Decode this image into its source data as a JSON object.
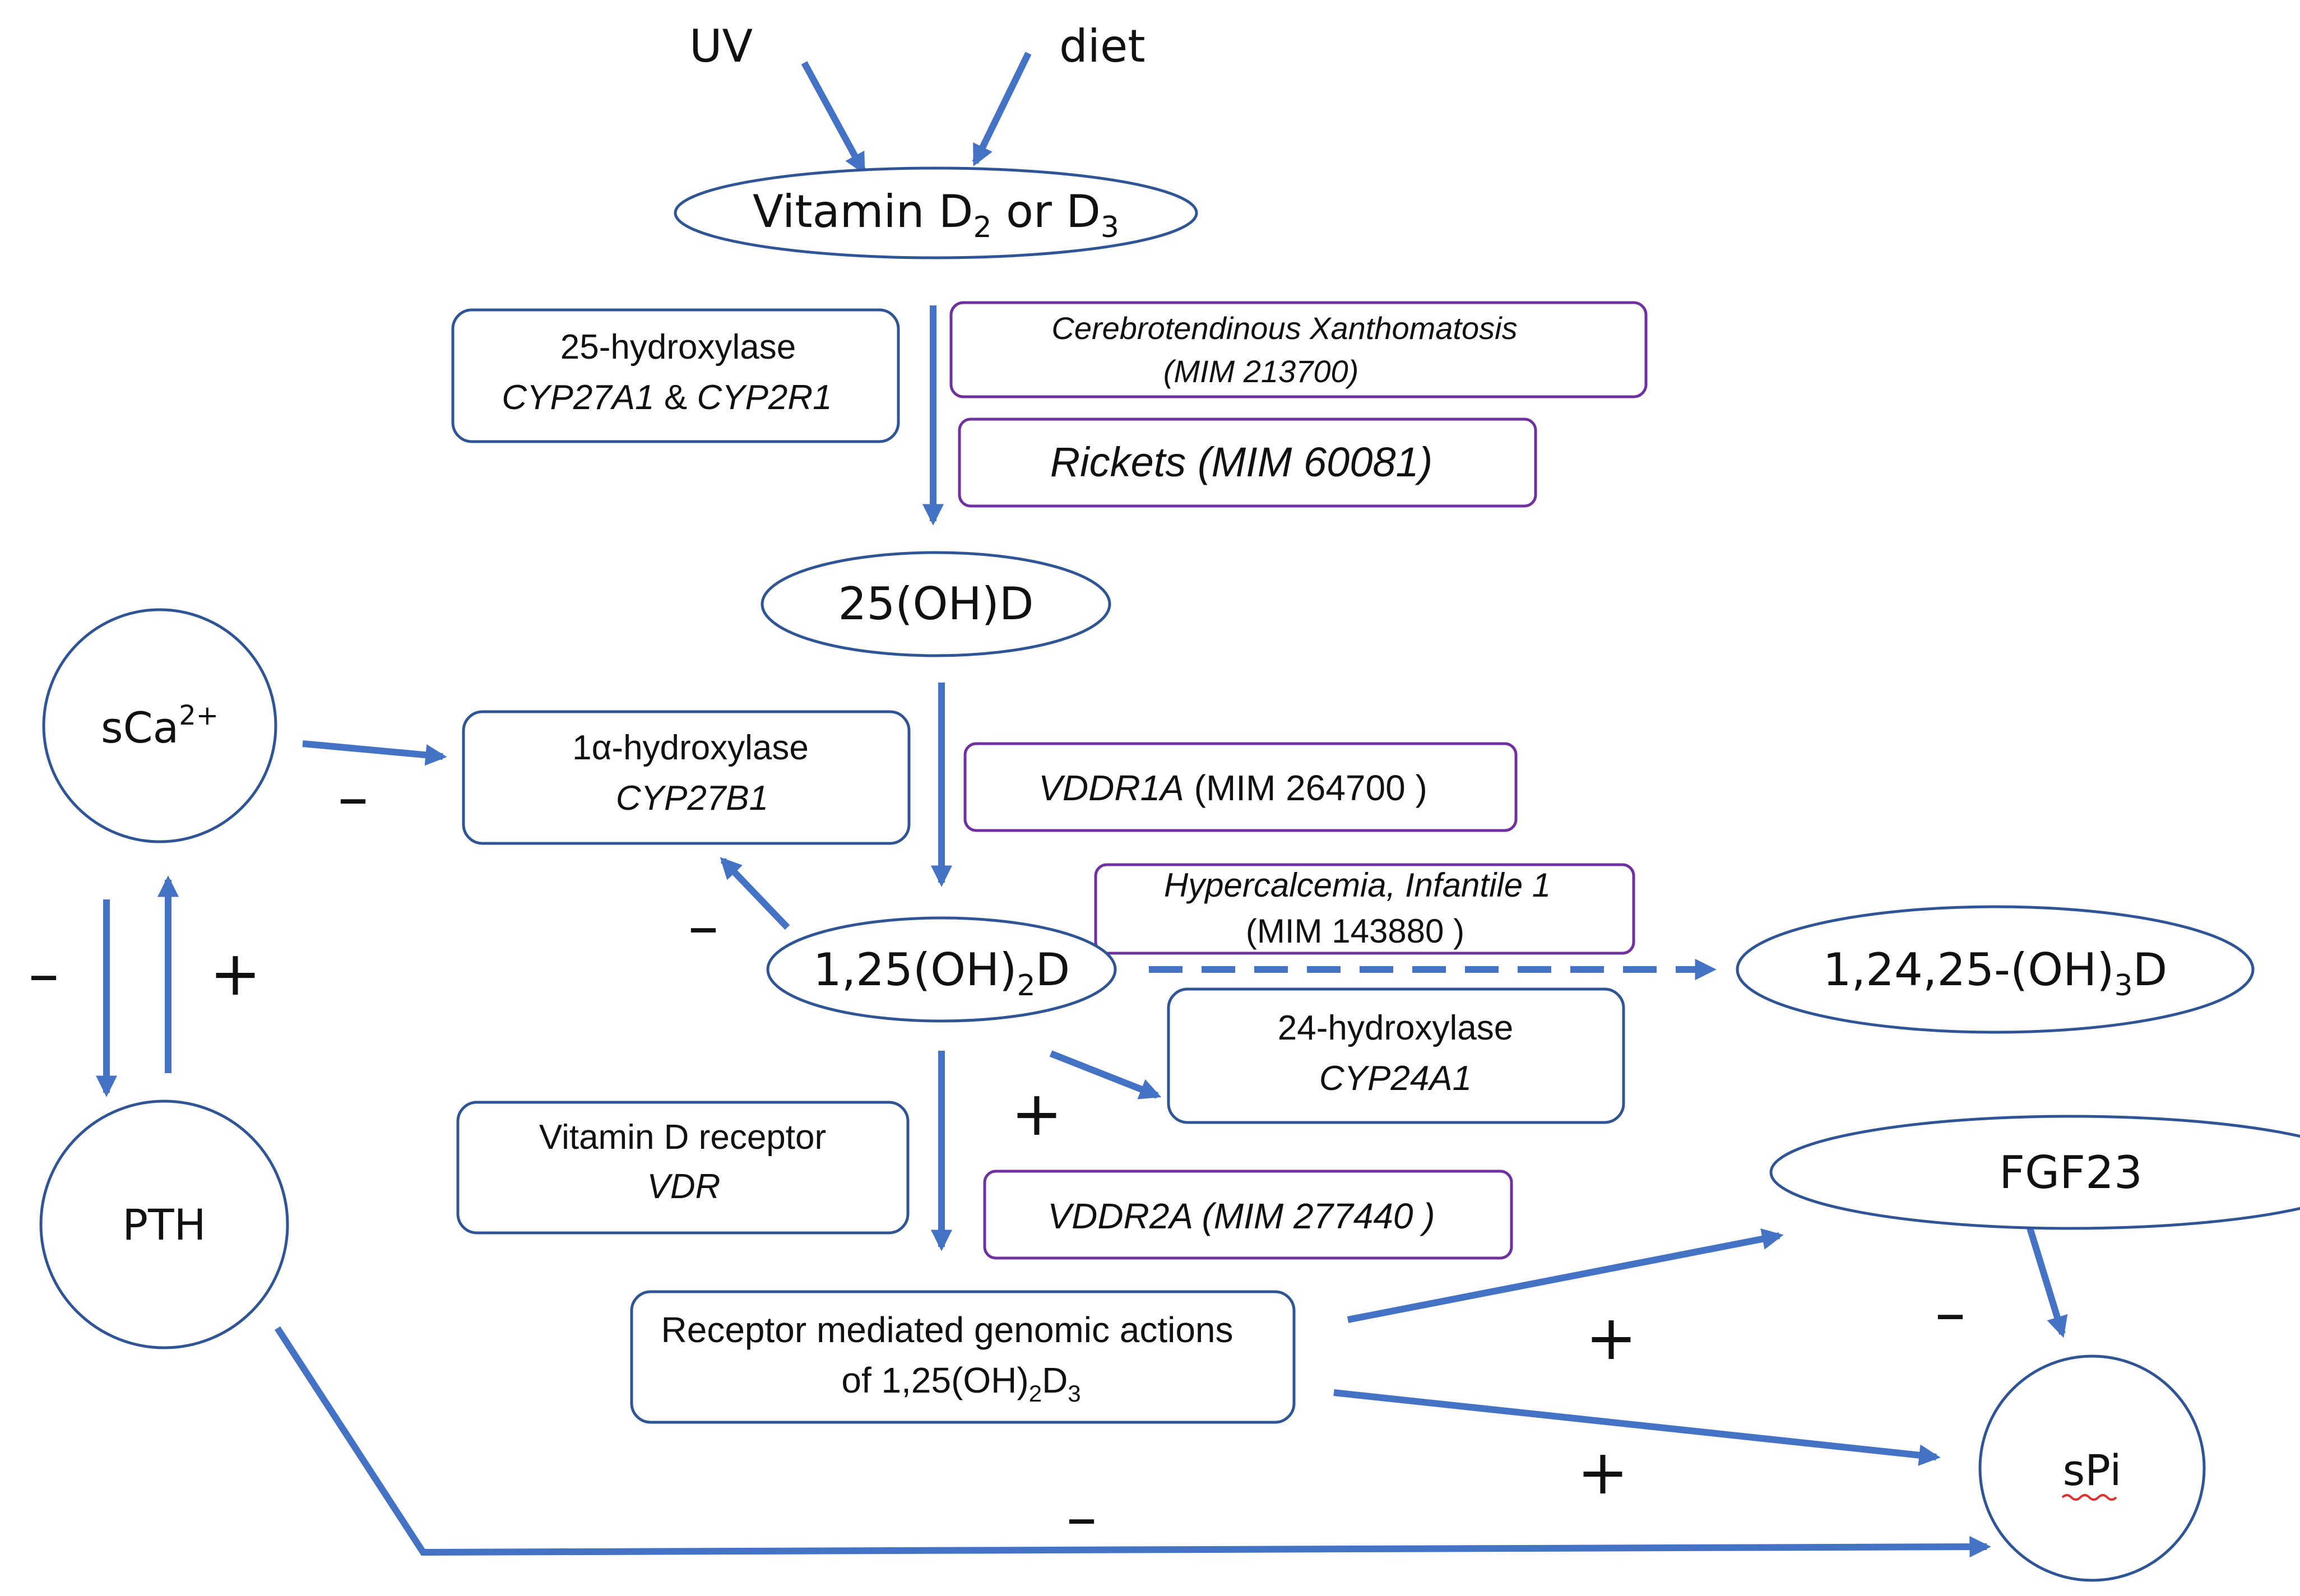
{
  "inputs": {
    "uv": "UV",
    "diet": "diet"
  },
  "nodes": {
    "vitamin_d": {
      "prefix": "Vitamin D",
      "sub1": "2",
      "middle": " or D",
      "sub2": "3"
    },
    "hydroxy25": "25(OH)D",
    "calcitriol": {
      "prefix": "1,25(OH)",
      "sub": "2",
      "suffix": "D"
    },
    "trihydroxy": {
      "prefix": "1,24,25-(OH)",
      "sub": "3",
      "suffix": "D"
    },
    "sca": {
      "base": "sCa",
      "sup": "2+"
    },
    "pth": "PTH",
    "fgf23": "FGF23",
    "spi": "sPi"
  },
  "enzymes": {
    "hydroxylase25": {
      "name": "25-hydroxylase",
      "gene_a": "CYP27A1",
      "amp": " & ",
      "gene_b": "CYP2R1"
    },
    "hydroxylase1a": {
      "name": "1α-hydroxylase",
      "gene": "CYP27B1"
    },
    "hydroxylase24": {
      "name": "24-hydroxylase",
      "gene": "CYP24A1"
    },
    "receptor": {
      "name": "Vitamin D receptor",
      "gene": "VDR"
    },
    "genomic": {
      "line1": "Receptor mediated genomic actions",
      "line2_prefix": "of 1,25(OH)",
      "sub1": "2",
      "mid": "D",
      "sub2": "3"
    }
  },
  "diseases": {
    "ctx": {
      "line1": "Cerebrotendinous Xanthomatosis",
      "line2": "(MIM 213700)"
    },
    "rickets": "Rickets (MIM 60081)",
    "vddr1a": {
      "name": "VDDR1A",
      "mim": "(MIM 264700 )"
    },
    "hypercalcemia": {
      "line1": "Hypercalcemia, Infantile 1",
      "line2": "(MIM 143880 )"
    },
    "vddr2a": {
      "name": "VDDR2A",
      "mim": "(MIM 277440 )"
    }
  },
  "signs": {
    "sca_to_1a": "–",
    "calcitriol_to_1a": "–",
    "sca_to_pth": "–",
    "pth_to_sca": "+",
    "calcitriol_to_24": "+",
    "genomic_to_fgf23": "+",
    "fgf23_to_spi": "–",
    "genomic_to_spi": "+",
    "pth_to_spi": "–"
  },
  "colors": {
    "arrow": "#4472c4",
    "node_border": "#2f5597",
    "disease_border": "#7030a0",
    "text": "#111111"
  }
}
